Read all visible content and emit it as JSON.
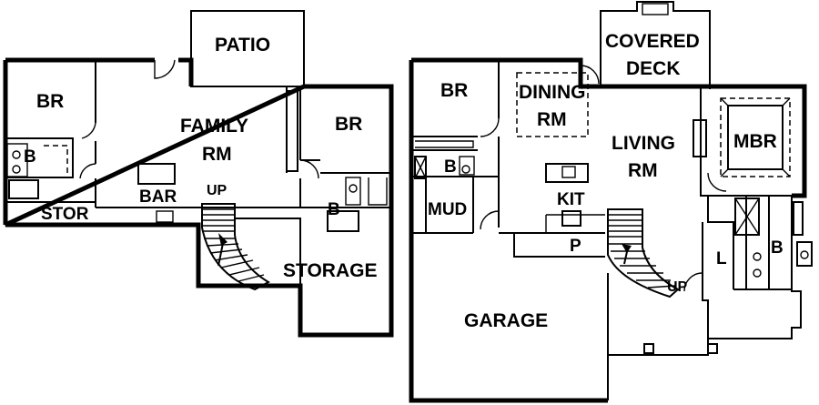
{
  "lower_level": {
    "rooms": {
      "patio": "PATIO",
      "br_left": "BR",
      "family_rm_line1": "FAMILY",
      "family_rm_line2": "RM",
      "br_right": "BR",
      "bath_left": "B",
      "bath_right": "B",
      "stor": "STOR",
      "bar": "BAR",
      "up": "UP",
      "storage": "STORAGE"
    }
  },
  "main_level": {
    "rooms": {
      "covered_deck_line1": "COVERED",
      "covered_deck_line2": "DECK",
      "br": "BR",
      "dining_rm_line1": "DINING",
      "dining_rm_line2": "RM",
      "living_rm_line1": "LIVING",
      "living_rm_line2": "RM",
      "mbr": "MBR",
      "bath_small": "B",
      "mud": "MUD",
      "kit": "KIT",
      "pantry": "P",
      "laundry": "L",
      "bath_master": "B",
      "up": "UP",
      "garage": "GARAGE"
    }
  }
}
